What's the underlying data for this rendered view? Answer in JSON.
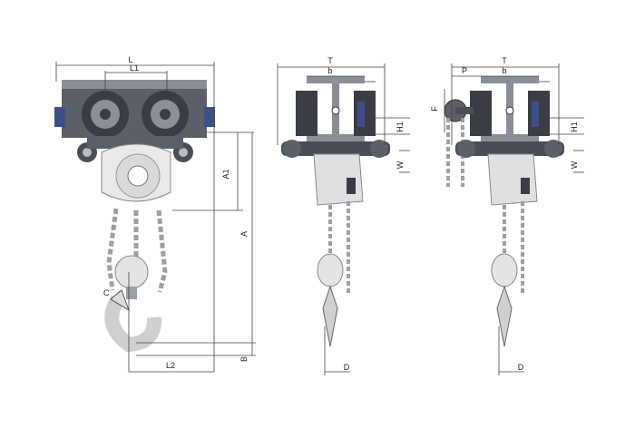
{
  "diagram": {
    "views": [
      {
        "name": "front",
        "labels": {
          "L": "L",
          "L1": "L1",
          "A1": "A1",
          "A": "A",
          "C": "C",
          "L2": "L2",
          "B": "B"
        }
      },
      {
        "name": "side",
        "labels": {
          "T": "T",
          "b": "b",
          "H1": "H1",
          "W": "W",
          "D": "D"
        }
      },
      {
        "name": "side-geared",
        "labels": {
          "T": "T",
          "P": "P",
          "b": "b",
          "F": "F",
          "H1": "H1",
          "W": "W",
          "D": "D"
        }
      }
    ]
  },
  "colors": {
    "beam": "#5b5f67",
    "beam_dark": "#3a3d44",
    "wheel": "#8d9099",
    "accent": "#3d4f8a",
    "body_light": "#e9e9ea",
    "chain": "#9aa0a7",
    "ink": "#222222"
  }
}
